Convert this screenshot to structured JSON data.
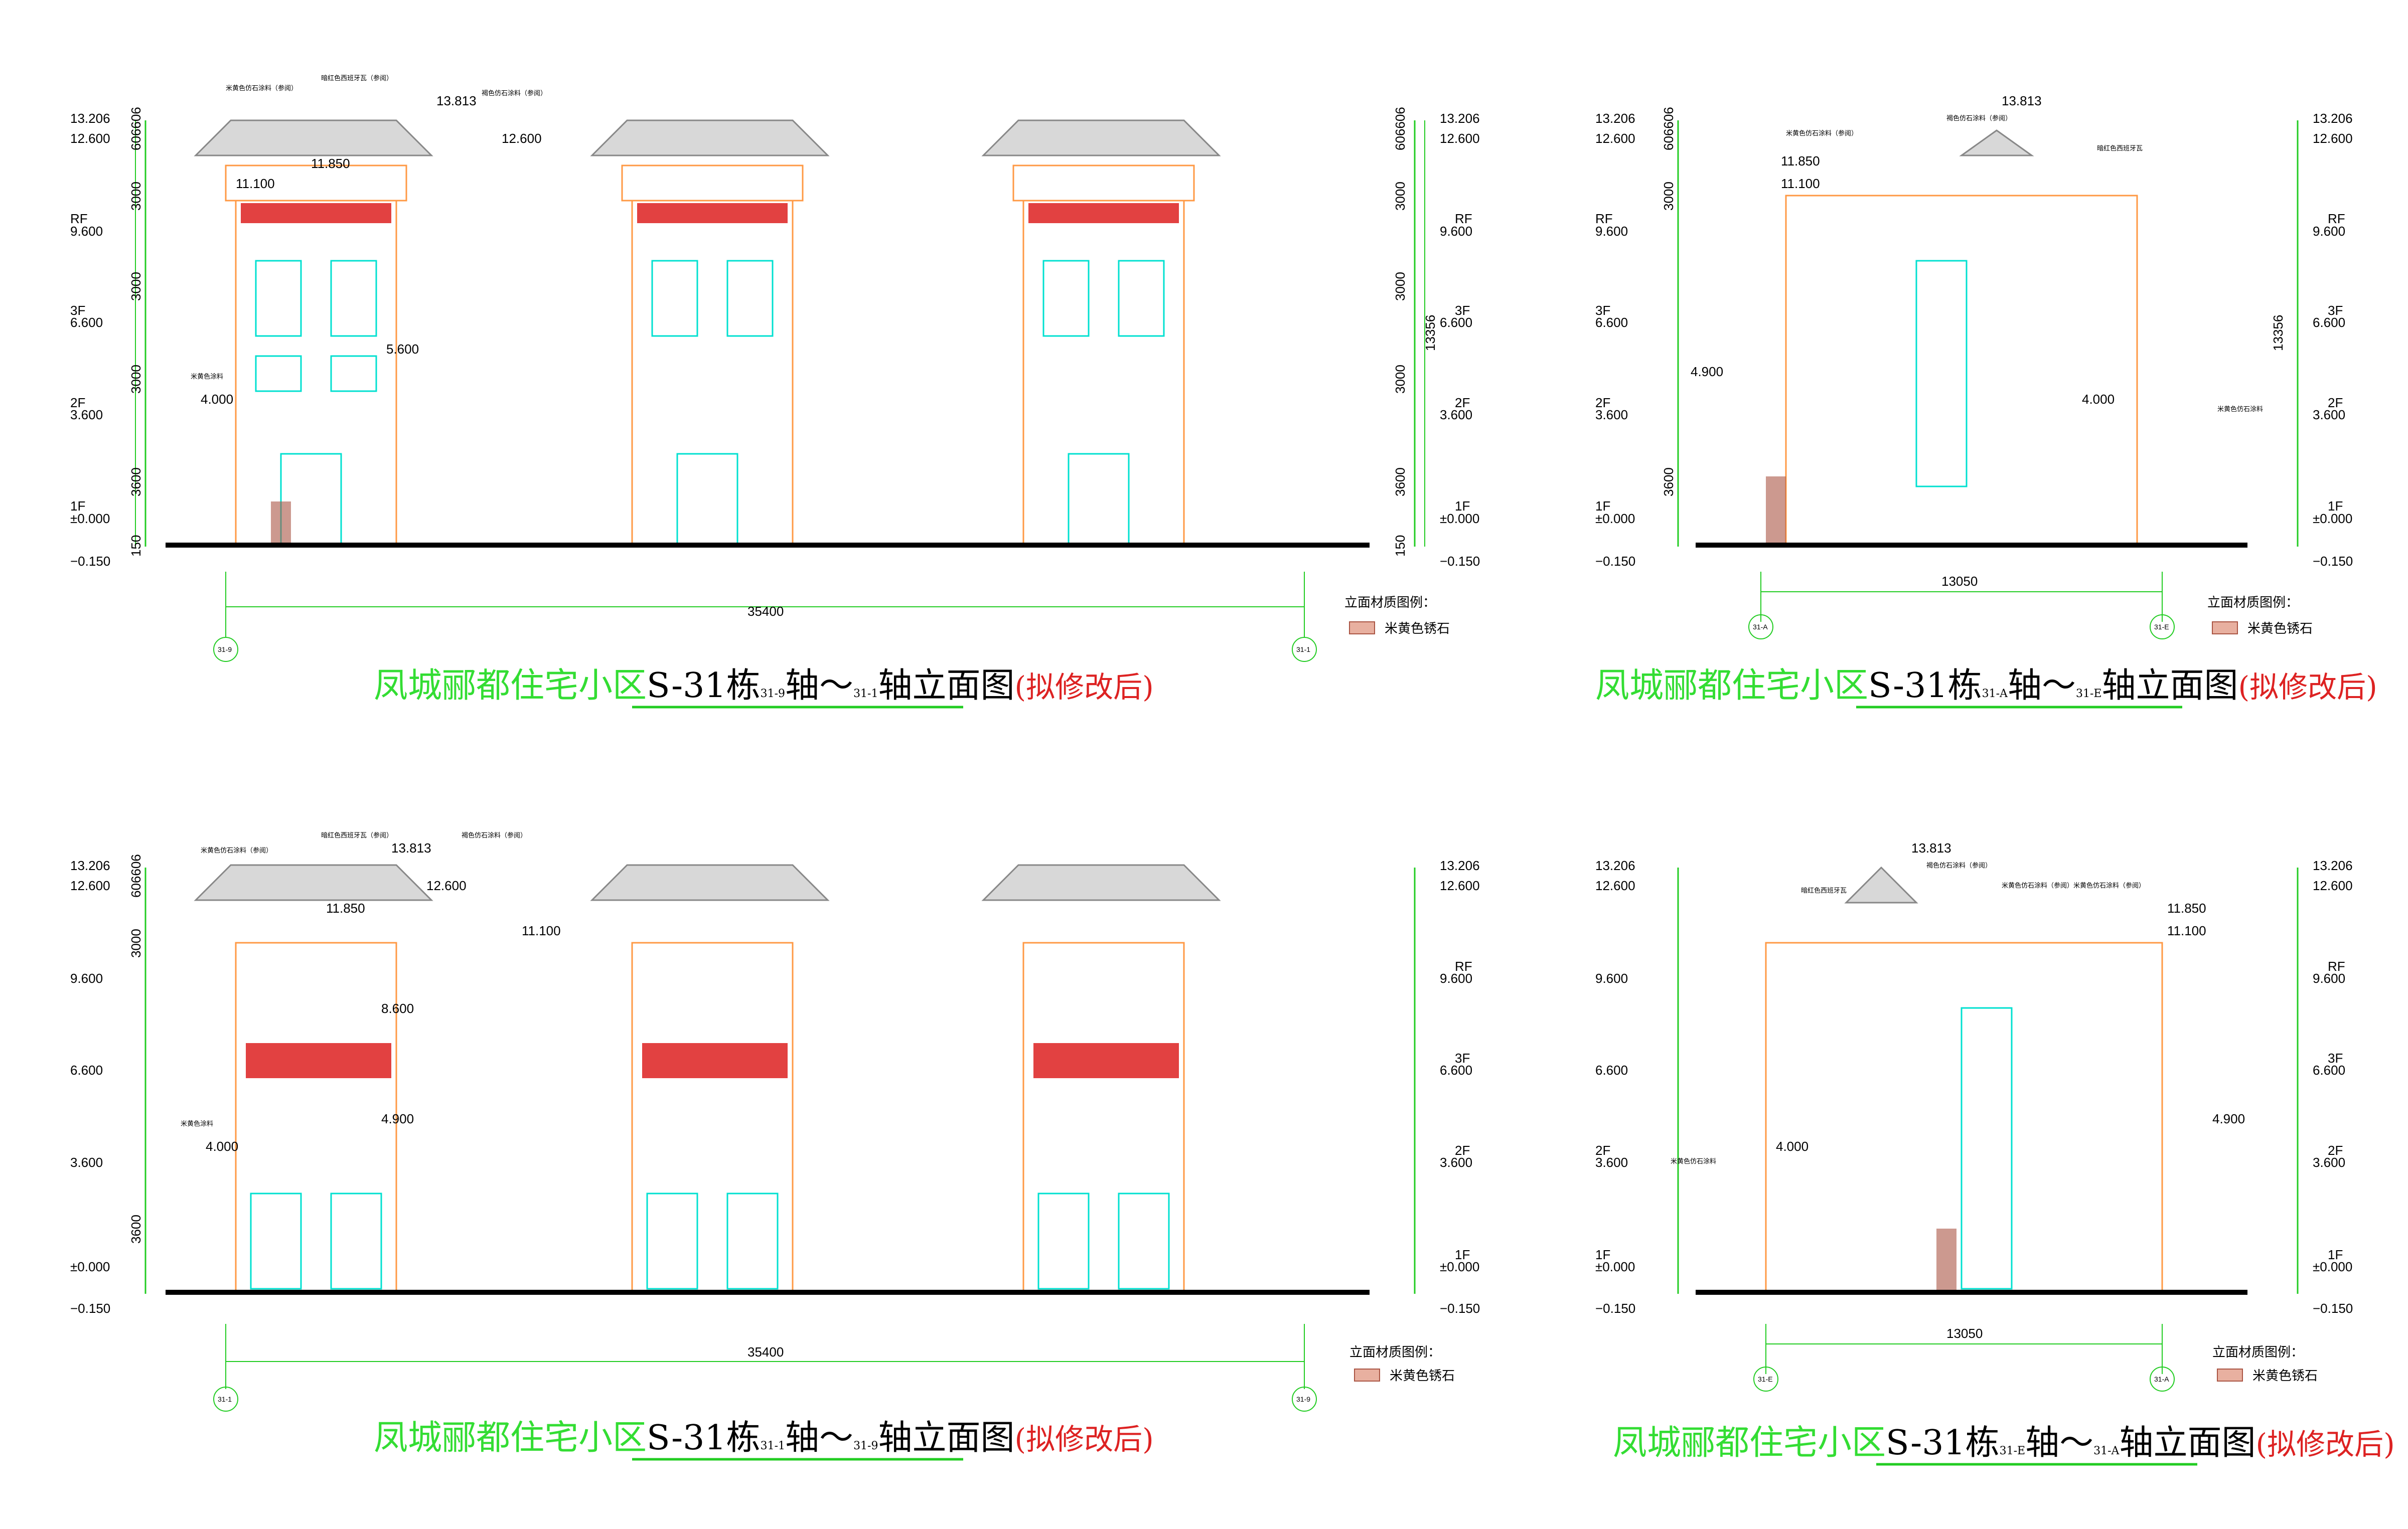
{
  "colors": {
    "outline": "#ff9944",
    "glass": "#00e0d0",
    "leader": "#22cc22",
    "railing": "#dd2020",
    "roof": "#999999",
    "brick": "#aa5544",
    "ground": "#000000"
  },
  "materials": {
    "roof_tile": "暗红色西班牙瓦",
    "roof_tile_note": "暗红色西班牙瓦（参阅）",
    "beige_stone_ref": "米黄色仿石涂料（参阅）",
    "brown_stone_ref": "褐色仿石涂料（参阅）",
    "beige_paint": "米黄色涂料",
    "beige_stone_paint": "米黄色仿石涂料",
    "beige_and_brown": "米黄色仿石涂料（参阅）米黄色仿石涂料（参阅）"
  },
  "legend": {
    "title": "立面材质图例：",
    "item": "米黄色锈石"
  },
  "levels": {
    "top": "13.206",
    "roof": "12.600",
    "rf_label": "RF",
    "rf": "9.600",
    "f3_label": "3F",
    "f3": "6.600",
    "f2_label": "2F",
    "f2": "3.600",
    "f1_label": "1F",
    "f1": "±0.000",
    "base": "−0.150",
    "d_606606": "606606",
    "d_3000": "3000",
    "d_3600": "3600",
    "d_150": "150",
    "total": "13356"
  },
  "marks": {
    "ridge": "13.813",
    "parapet": "12.600",
    "eave": "11.850",
    "cornice": "11.100",
    "balcony_a": "5.600",
    "balcony_b": "8.600",
    "balcony_c": "4.900",
    "canopy": "4.000",
    "side_canopy": "4.900"
  },
  "views": [
    {
      "prefix": "凤城郦都住宅小区",
      "code": "S-31栋",
      "axis_from": "31-9",
      "axis_word1": "轴～",
      "axis_to": "31-1",
      "axis_word2": "轴立面图",
      "suffix": "(拟修改后)",
      "width_dim": "35400",
      "axis_left": "31-9",
      "axis_right": "31-1"
    },
    {
      "prefix": "凤城郦都住宅小区",
      "code": "S-31栋",
      "axis_from": "31-A",
      "axis_word1": "轴～",
      "axis_to": "31-E",
      "axis_word2": "轴立面图",
      "suffix": "(拟修改后)",
      "width_dim": "13050",
      "axis_left": "31-A",
      "axis_right": "31-E"
    },
    {
      "prefix": "凤城郦都住宅小区",
      "code": "S-31栋",
      "axis_from": "31-1",
      "axis_word1": "轴～",
      "axis_to": "31-9",
      "axis_word2": "轴立面图",
      "suffix": "(拟修改后)",
      "width_dim": "35400",
      "axis_left": "31-1",
      "axis_right": "31-9"
    },
    {
      "prefix": "凤城郦都住宅小区",
      "code": "S-31栋",
      "axis_from": "31-E",
      "axis_word1": "轴～",
      "axis_to": "31-A",
      "axis_word2": "轴立面图",
      "suffix": "(拟修改后)",
      "width_dim": "13050",
      "axis_left": "31-E",
      "axis_right": "31-A"
    }
  ]
}
